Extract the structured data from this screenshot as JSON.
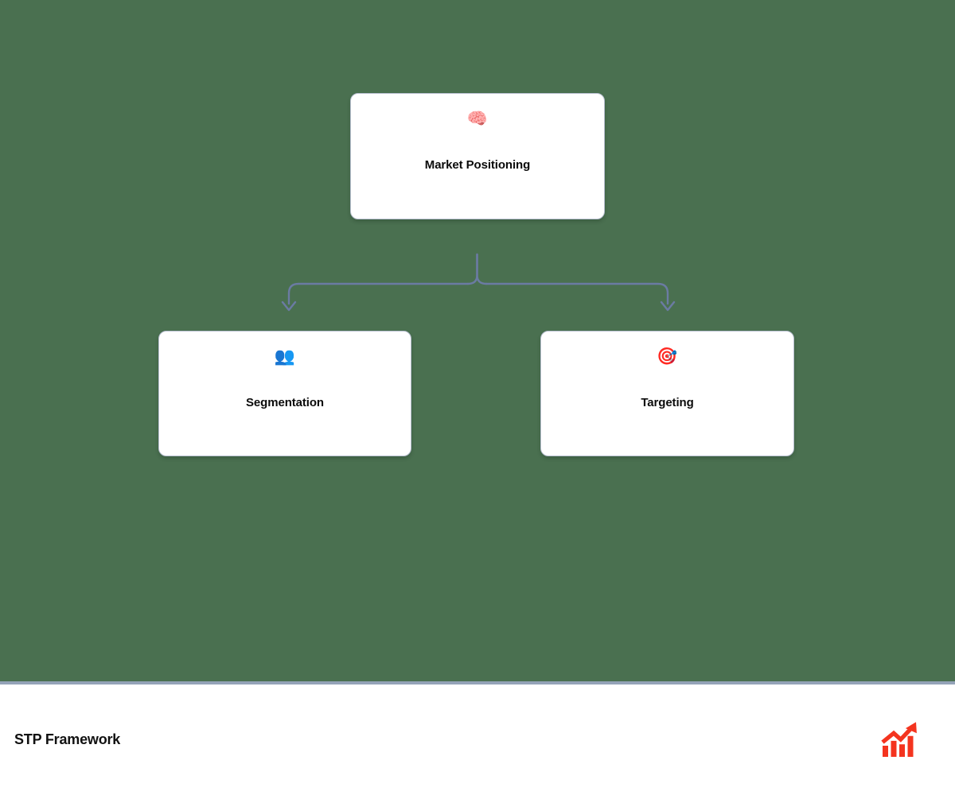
{
  "page": {
    "title": "STP Framework",
    "background_color": "#4a7050",
    "card_background": "#ffffff",
    "card_border_color": "#b8bfd0",
    "connector_color": "#6b7ba3",
    "divider_color": "#94a3b8",
    "accent_color": "#f4341f"
  },
  "diagram": {
    "type": "tree",
    "nodes": [
      {
        "id": "root",
        "label": "Market Positioning",
        "icon": "🧠",
        "icon_name": "brain-icon",
        "level": 0
      },
      {
        "id": "segmentation",
        "label": "Segmentation",
        "icon": "👥",
        "icon_name": "busts-in-silhouette-icon",
        "level": 1
      },
      {
        "id": "targeting",
        "label": "Targeting",
        "icon": "🎯",
        "icon_name": "target-icon",
        "level": 1
      }
    ],
    "edges": [
      {
        "from": "root",
        "to": "segmentation",
        "style": "elbow-arrow"
      },
      {
        "from": "root",
        "to": "targeting",
        "style": "elbow-arrow"
      }
    ]
  },
  "footer": {
    "title": "STP Framework",
    "logo_icon": "📈",
    "logo_icon_name": "chart-increasing-icon"
  }
}
